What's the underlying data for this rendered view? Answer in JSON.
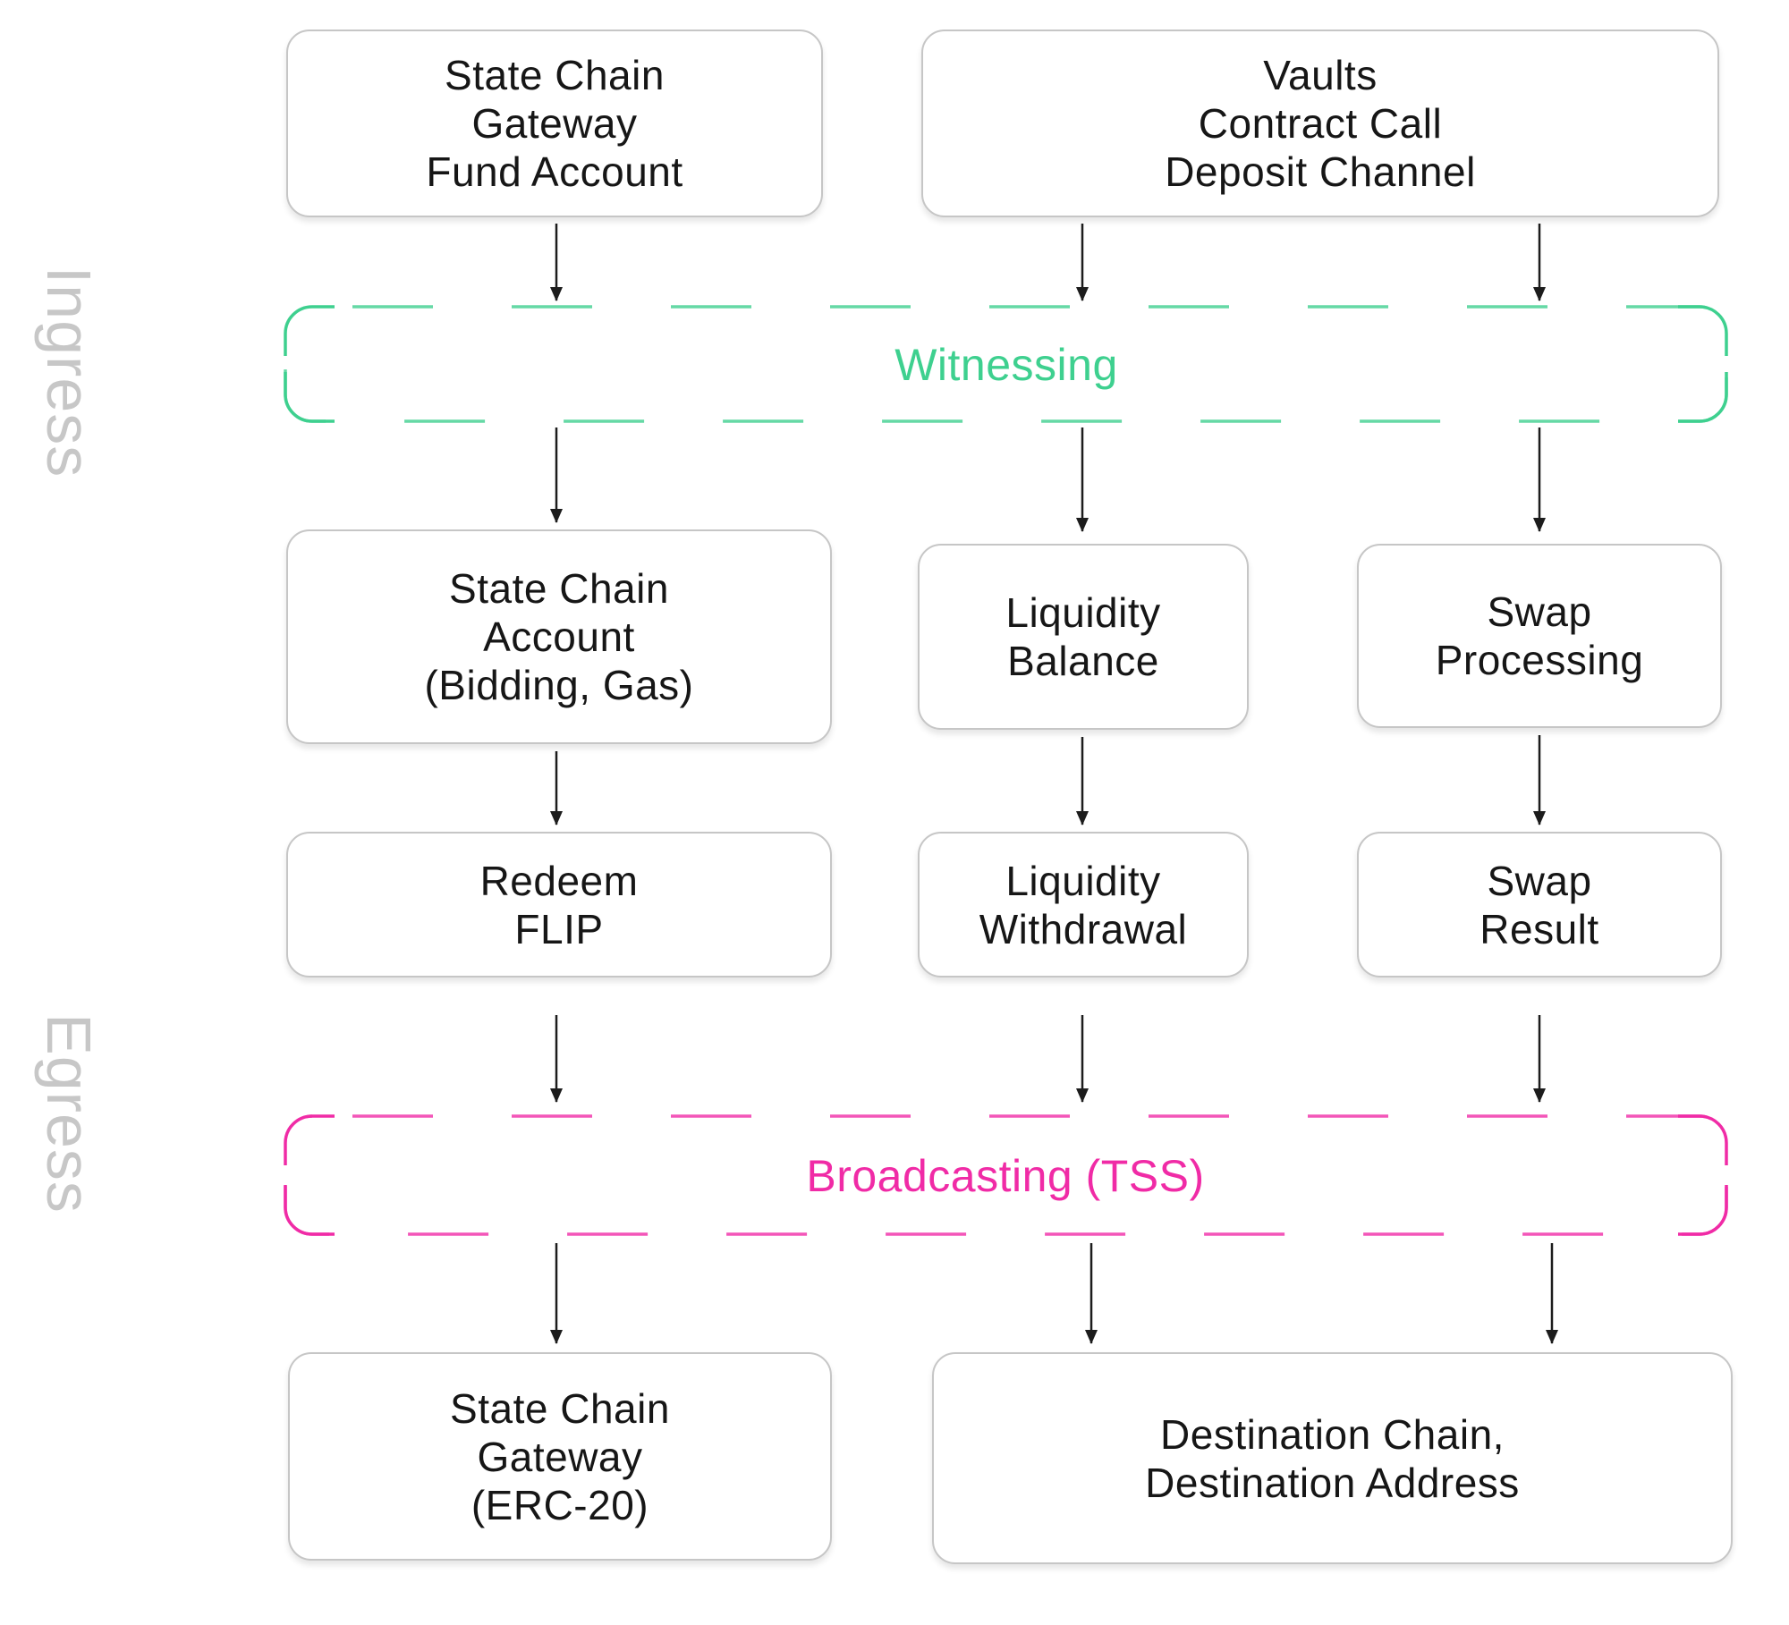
{
  "labels": {
    "ingress": "Ingress",
    "egress": "Egress"
  },
  "bands": {
    "witnessing": {
      "label": "Witnessing",
      "color": "#3ed08f"
    },
    "broadcasting": {
      "label": "Broadcasting (TSS)",
      "color": "#f02ba6"
    }
  },
  "nodes": {
    "gateway_fund": {
      "label": "State Chain\nGateway\nFund Account"
    },
    "vaults": {
      "label": "Vaults\nContract Call\nDeposit Channel"
    },
    "state_chain_account": {
      "label": "State Chain\nAccount\n(Bidding, Gas)"
    },
    "liquidity_balance": {
      "label": "Liquidity\nBalance"
    },
    "swap_processing": {
      "label": "Swap\nProcessing"
    },
    "redeem_flip": {
      "label": "Redeem\nFLIP"
    },
    "liquidity_withdrawal": {
      "label": "Liquidity\nWithdrawal"
    },
    "swap_result": {
      "label": "Swap\nResult"
    },
    "state_chain_gateway_erc20": {
      "label": "State Chain\nGateway\n(ERC-20)"
    },
    "destination": {
      "label": "Destination Chain,\nDestination Address"
    }
  },
  "colors": {
    "side_label": "#c7c7c7",
    "box_border": "#c6c6c6",
    "arrow": "#1c1c1c"
  }
}
